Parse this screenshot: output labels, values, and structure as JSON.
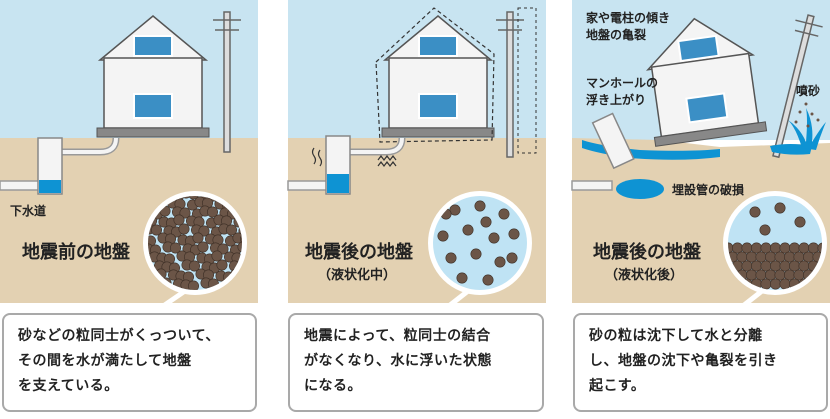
{
  "colors": {
    "sky": "#c8e4f1",
    "ground": "#e3d1b2",
    "water": "#0e93d3",
    "sand": "#6b5547",
    "house_wall": "#f4f4f4",
    "window": "#3b8fc5",
    "outline": "#555555"
  },
  "panel1": {
    "pipe_label": "下水道",
    "title": "地震前の地盤",
    "caption": "砂などの粒同士がくっついて、\nその間を水が満たして地盤\nを支えている。"
  },
  "panel2": {
    "title": "地震後の地盤",
    "subtitle": "（液状化中）",
    "caption": "地震によって、粒同士の結合\nがなくなり、水に浮いた状態\nになる。"
  },
  "panel3": {
    "label_tilt": "家や電柱の傾き\n地盤の亀裂",
    "label_manhole": "マンホールの\n浮き上がり",
    "label_sand": "噴砂",
    "label_pipe": "埋設管の破損",
    "title": "地震後の地盤",
    "subtitle": "（液状化後）",
    "caption": "砂の粒は沈下して水と分離\nし、地盤の沈下や亀裂を引き\n起こす。"
  }
}
